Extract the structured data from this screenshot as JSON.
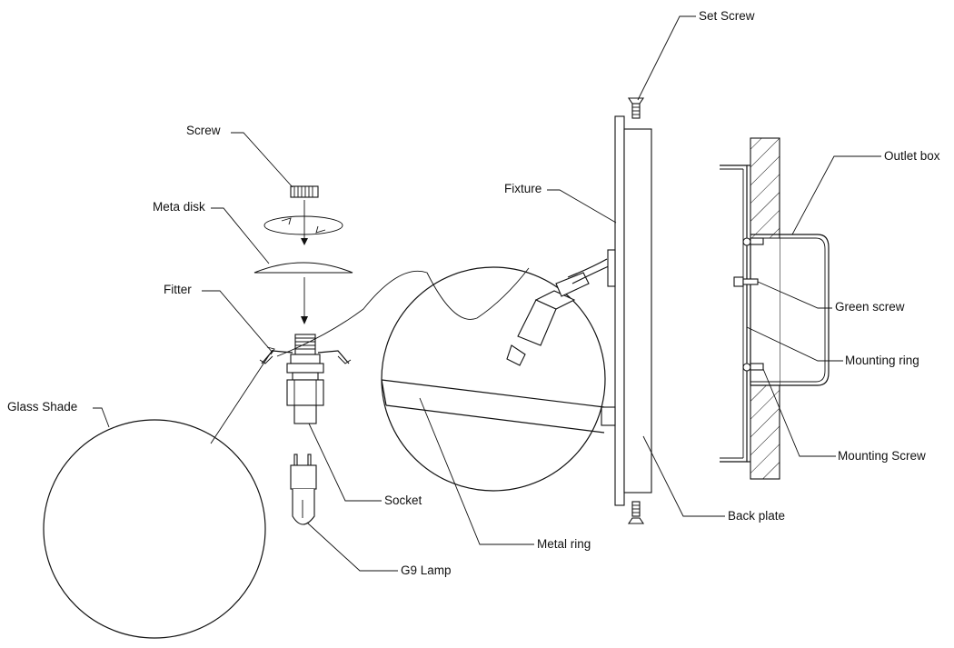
{
  "labels": {
    "set_screw": "Set Screw",
    "screw": "Screw",
    "meta_disk": "Meta disk",
    "fitter": "Fitter",
    "glass_shade": "Glass Shade",
    "fixture": "Fixture",
    "outlet_box": "Outlet box",
    "green_screw": "Green screw",
    "mounting_ring": "Mounting ring",
    "mounting_screw": "Mounting Screw",
    "socket": "Socket",
    "g9_lamp": "G9 Lamp",
    "metal_ring": "Metal ring",
    "back_plate": "Back plate"
  }
}
